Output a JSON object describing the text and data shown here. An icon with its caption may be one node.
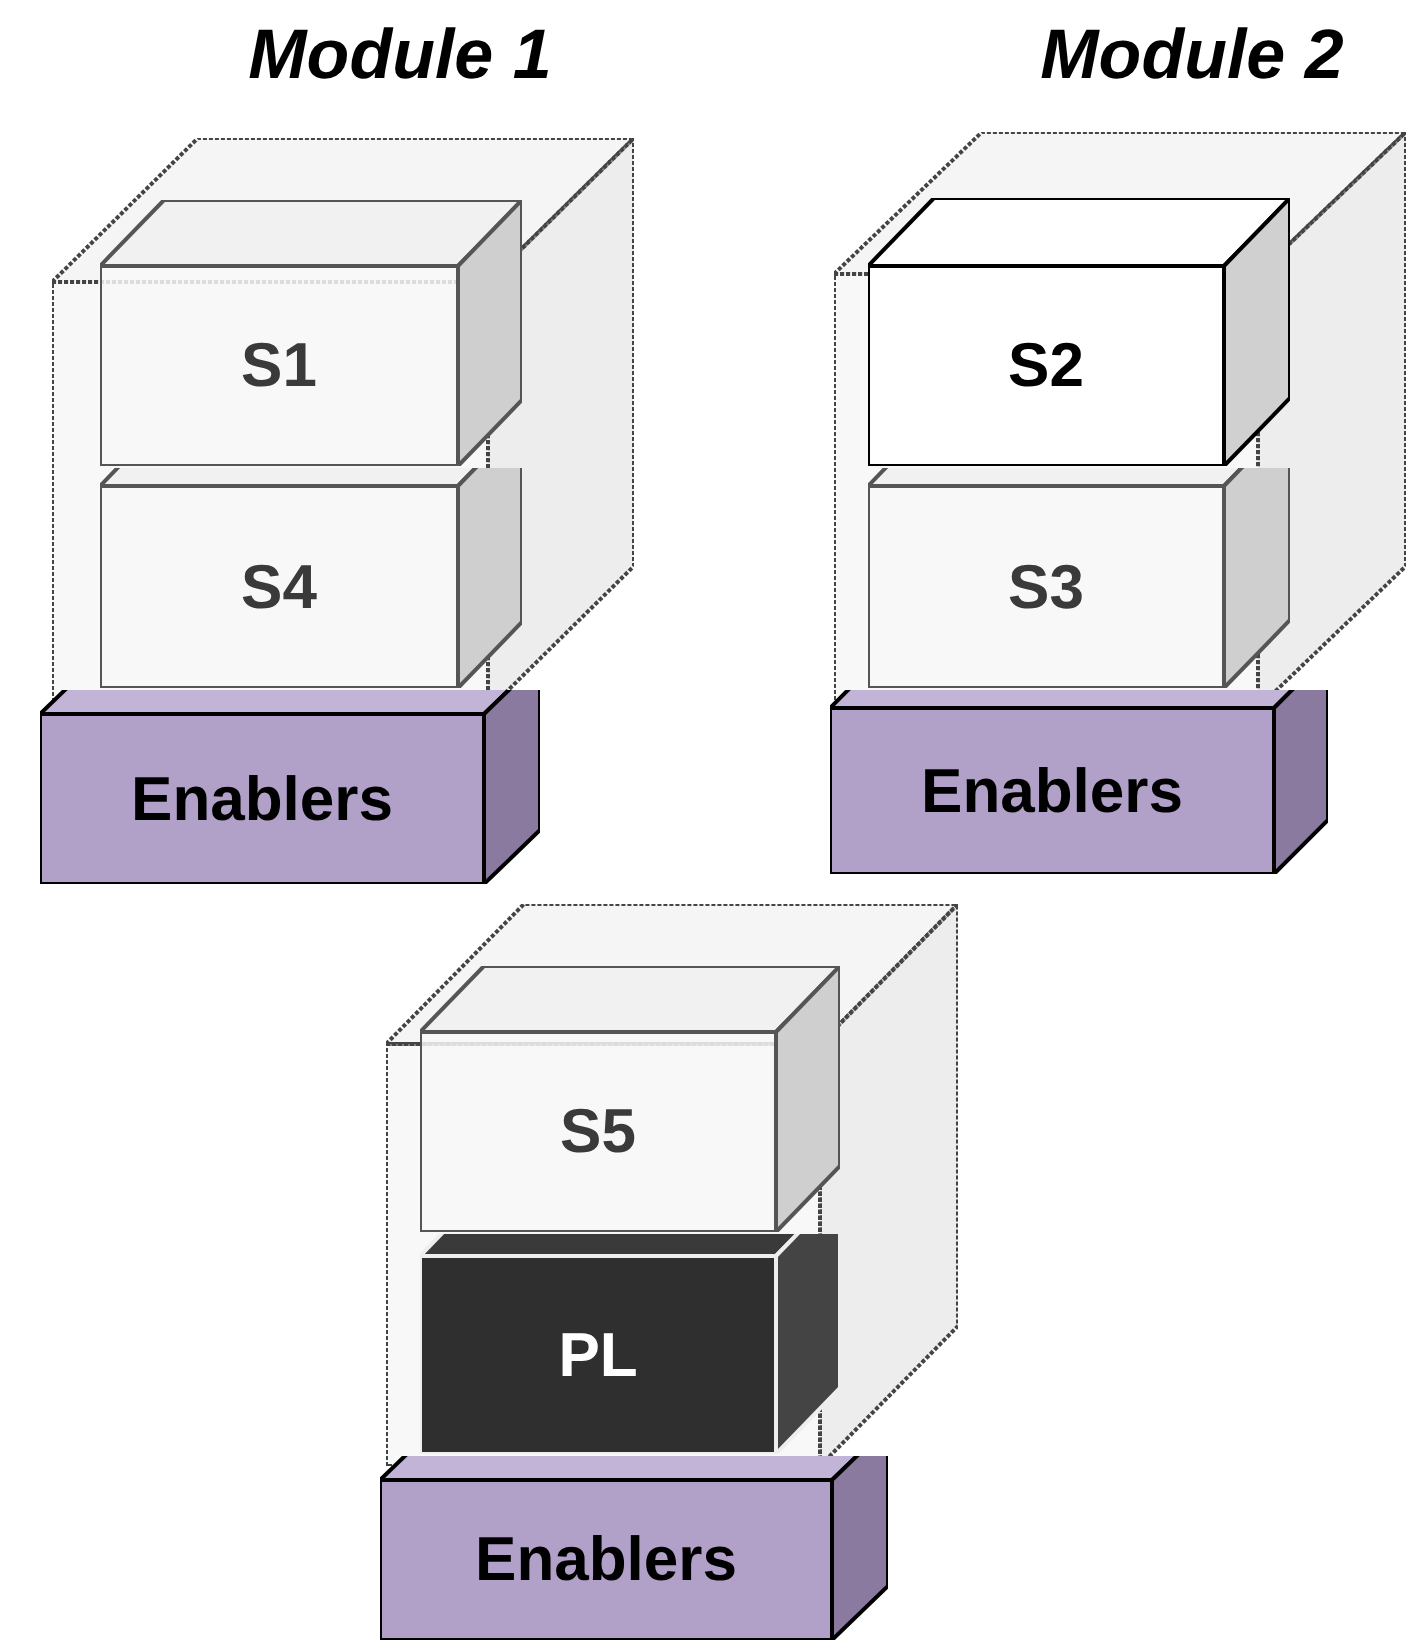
{
  "diagram": {
    "nodes": [
      {
        "text": [],
        "shape": "box"
      },
      {
        "text": [
          "S1"
        ],
        "in": 0
      },
      {
        "text": [
          "S4"
        ],
        "in": 0
      },
      {
        "text": [
          "Enablers"
        ]
      },
      {
        "text": [],
        "shape": "box"
      },
      {
        "text": [
          "S2"
        ],
        "in": 4
      },
      {
        "text": [
          "S3"
        ],
        "in": 4
      },
      {
        "text": [
          "Enablers"
        ]
      },
      {
        "text": [],
        "shape": "box"
      },
      {
        "text": [
          "S5"
        ],
        "in": 8
      },
      {
        "text": [
          "PL"
        ],
        "in": 8
      },
      {
        "text": [
          "Enablers"
        ]
      }
    ],
    "edges": [],
    "labels": [
      "Module 1",
      "Module 2"
    ]
  }
}
